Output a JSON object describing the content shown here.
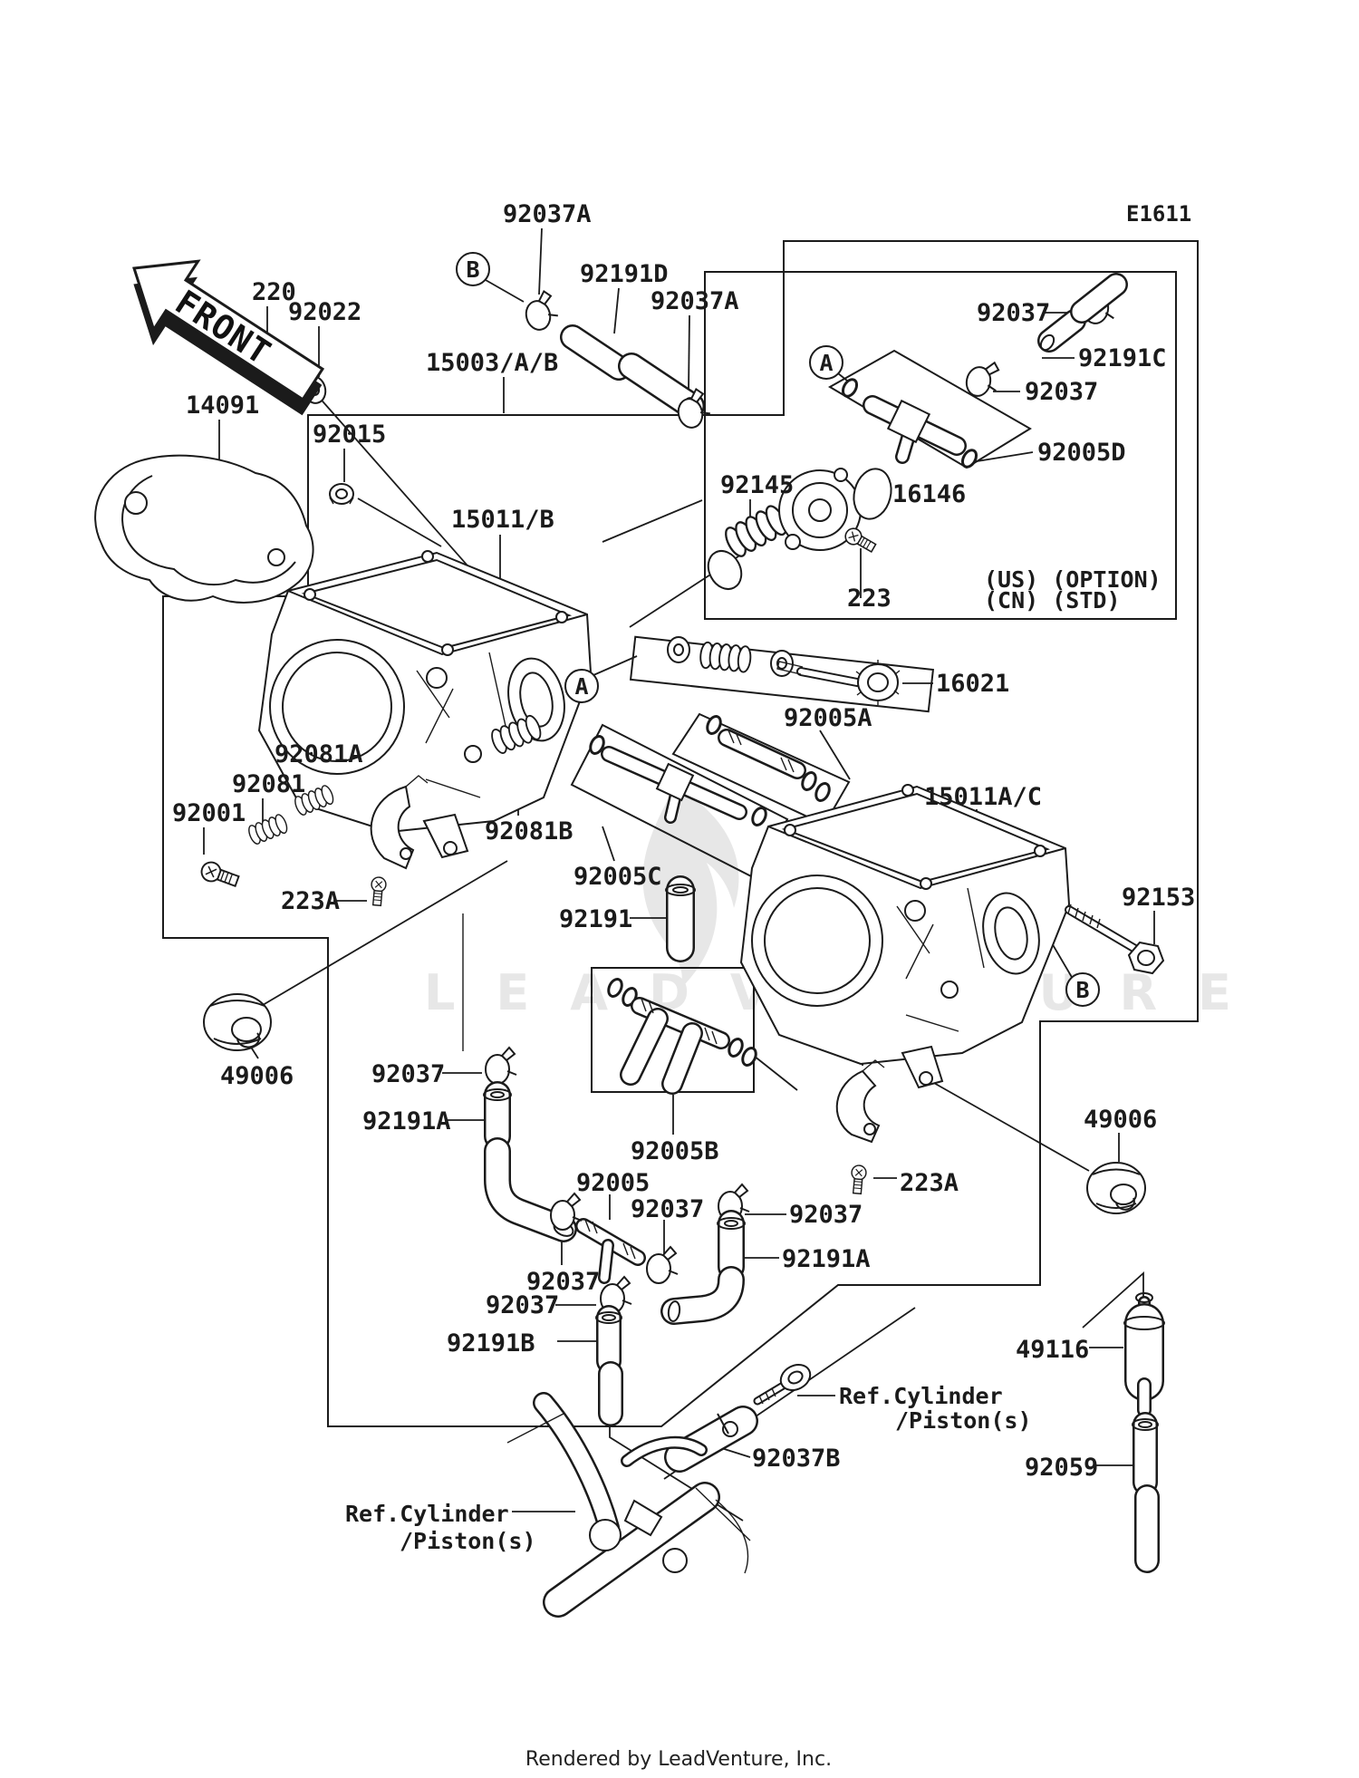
{
  "diagram": {
    "code": "E1611",
    "front": "FRONT",
    "watermark": "LEADVENTURE",
    "footer": "Rendered by LeadVenture, Inc.",
    "notes": {
      "us": "(US) (OPTION)",
      "cn": "(CN) (STD)"
    },
    "refs": {
      "right": [
        "Ref.Cylinder",
        "/Piston(s)"
      ],
      "left": [
        "Ref.Cylinder",
        "/Piston(s)"
      ]
    },
    "callouts": [
      "B",
      "A",
      "A",
      "B"
    ],
    "part_labels": [
      "220",
      "92022",
      "14091",
      "92015",
      "92037A",
      "92191D",
      "92037A",
      "15003/A/B",
      "92037",
      "92191C",
      "92037",
      "92005D",
      "92145",
      "16146",
      "223",
      "16021",
      "92005A",
      "15011/B",
      "92081A",
      "92081",
      "92001",
      "92081B",
      "223A",
      "92005C",
      "92191",
      "15011A/C",
      "92153",
      "49006",
      "92037",
      "92191A",
      "92005B",
      "92005",
      "92037",
      "92037",
      "92191A",
      "92037",
      "92037",
      "92191B",
      "223A",
      "49006",
      "49116",
      "92059",
      "92037B"
    ],
    "colors": {
      "line": "#1b1b1b",
      "watermark": "#e7e7e7",
      "background": "#ffffff"
    }
  }
}
